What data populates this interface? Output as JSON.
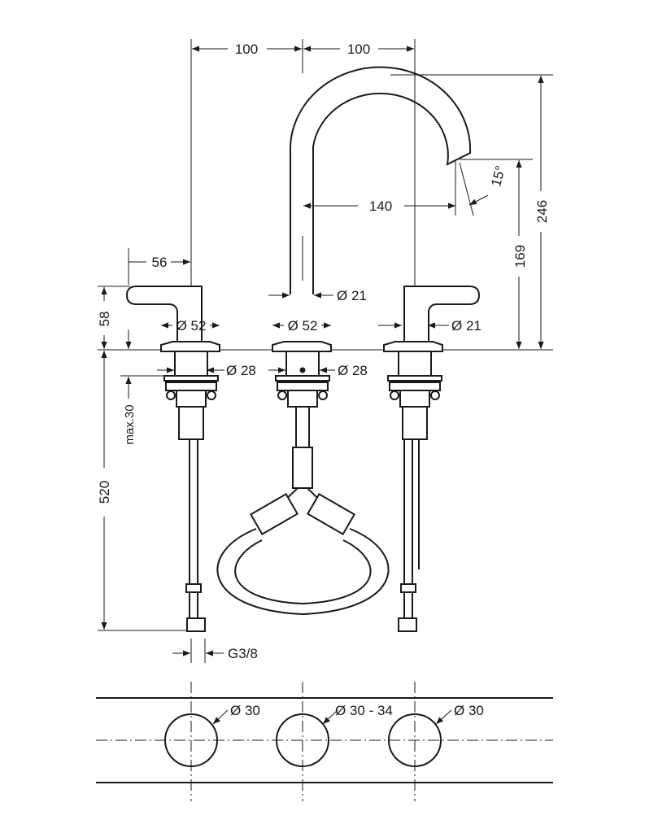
{
  "dimensions": {
    "spacing_left": "100",
    "spacing_right": "100",
    "total_height": "246",
    "spout_angle": "15°",
    "spout_reach": "140",
    "spout_outlet_height": "169",
    "handle_length": "56",
    "handle_height": "58",
    "spout_diameter": "Ø 21",
    "left_base_diameter": "Ø 52",
    "center_base_diameter": "Ø 52",
    "right_handle_diameter": "Ø 21",
    "left_shank_diameter": "Ø 28",
    "center_shank_diameter": "Ø 28",
    "max_deck_thickness": "max.30",
    "hose_length": "520",
    "connection_thread": "G3/8"
  },
  "cutout": {
    "left_hole": "Ø 30",
    "center_hole": "Ø 30 - 34",
    "right_hole": "Ø 30"
  }
}
